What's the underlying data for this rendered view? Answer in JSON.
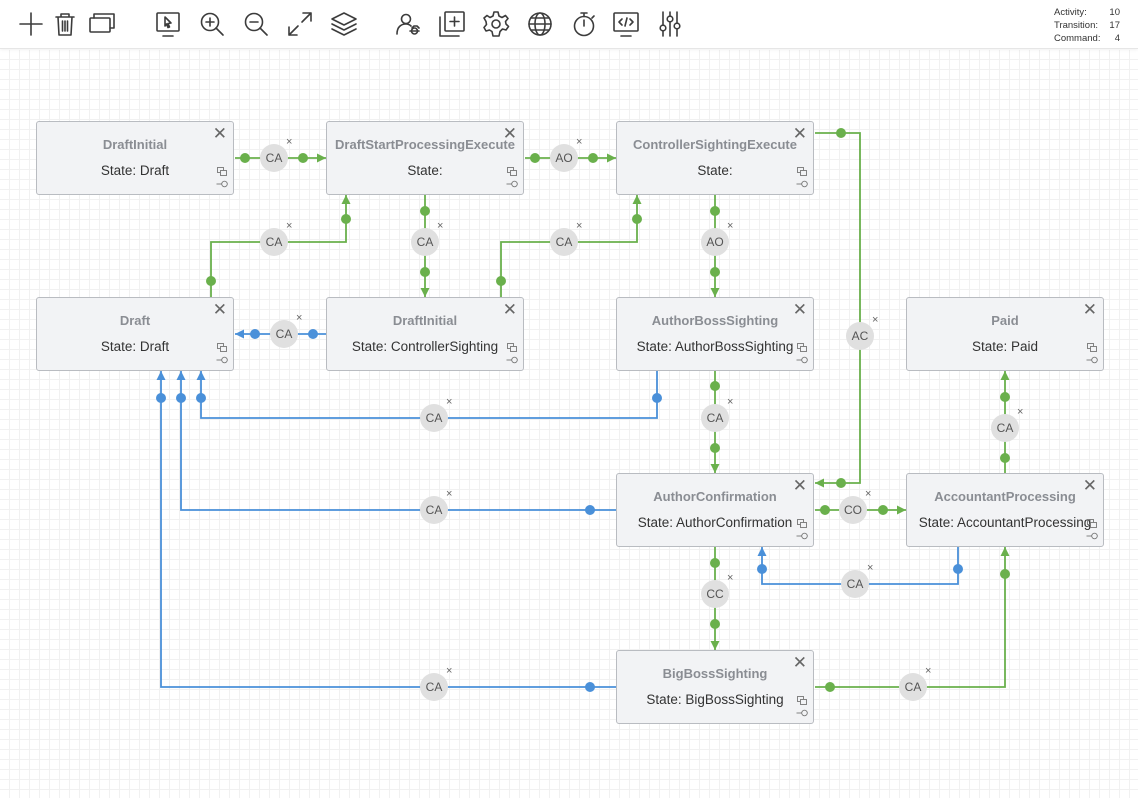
{
  "toolbar": {
    "buttons": [
      {
        "name": "add-icon",
        "icon": "plus"
      },
      {
        "name": "delete-icon",
        "icon": "trash"
      },
      {
        "name": "copy-icon",
        "icon": "copy"
      },
      {
        "name": "select-icon",
        "icon": "select"
      },
      {
        "name": "zoom-in-icon",
        "icon": "zoom-in"
      },
      {
        "name": "zoom-out-icon",
        "icon": "zoom-out"
      },
      {
        "name": "fit-icon",
        "icon": "expand"
      },
      {
        "name": "layers-icon",
        "icon": "layers"
      },
      {
        "name": "users-icon",
        "icon": "users"
      },
      {
        "name": "add-box-icon",
        "icon": "add-box"
      },
      {
        "name": "settings-icon",
        "icon": "gear"
      },
      {
        "name": "globe-icon",
        "icon": "globe"
      },
      {
        "name": "timer-icon",
        "icon": "timer"
      },
      {
        "name": "code-icon",
        "icon": "code"
      },
      {
        "name": "sliders-icon",
        "icon": "sliders"
      }
    ],
    "counters": [
      {
        "label": "Activity:",
        "value": "10"
      },
      {
        "label": "Transition:",
        "value": "17"
      },
      {
        "label": "Command:",
        "value": "4"
      }
    ]
  },
  "colors": {
    "green": "#6ab04c",
    "blue": "#4a90d9"
  },
  "nodes": [
    {
      "id": "draftinitial-top",
      "name": "DraftInitial",
      "state": "State: Draft"
    },
    {
      "id": "draftstart",
      "name": "DraftStartProcessingExecute",
      "state": "State:"
    },
    {
      "id": "controllerexec",
      "name": "ControllerSightingExecute",
      "state": "State:"
    },
    {
      "id": "draft",
      "name": "Draft",
      "state": "State: Draft"
    },
    {
      "id": "draftinitial-mid",
      "name": "DraftInitial",
      "state": "State: ControllerSighting"
    },
    {
      "id": "authorboss",
      "name": "AuthorBossSighting",
      "state": "State: AuthorBossSighting"
    },
    {
      "id": "paid",
      "name": "Paid",
      "state": "State: Paid"
    },
    {
      "id": "authorconf",
      "name": "AuthorConfirmation",
      "state": "State: AuthorConfirmation"
    },
    {
      "id": "accountant",
      "name": "AccountantProcessing",
      "state": "State: AccountantProcessing"
    },
    {
      "id": "bigboss",
      "name": "BigBossSighting",
      "state": "State: BigBossSighting"
    }
  ],
  "transitions": [
    {
      "label": "CA",
      "color": "green"
    },
    {
      "label": "AO",
      "color": "green"
    },
    {
      "label": "CA",
      "color": "green"
    },
    {
      "label": "CA",
      "color": "green"
    },
    {
      "label": "CA",
      "color": "green"
    },
    {
      "label": "AO",
      "color": "green"
    },
    {
      "label": "CA",
      "color": "blue"
    },
    {
      "label": "AC",
      "color": "green"
    },
    {
      "label": "CA",
      "color": "blue"
    },
    {
      "label": "CA",
      "color": "green"
    },
    {
      "label": "CA",
      "color": "green"
    },
    {
      "label": "CA",
      "color": "blue"
    },
    {
      "label": "CO",
      "color": "green"
    },
    {
      "label": "CA",
      "color": "blue"
    },
    {
      "label": "CC",
      "color": "green"
    },
    {
      "label": "CA",
      "color": "blue"
    },
    {
      "label": "CA",
      "color": "green"
    }
  ]
}
